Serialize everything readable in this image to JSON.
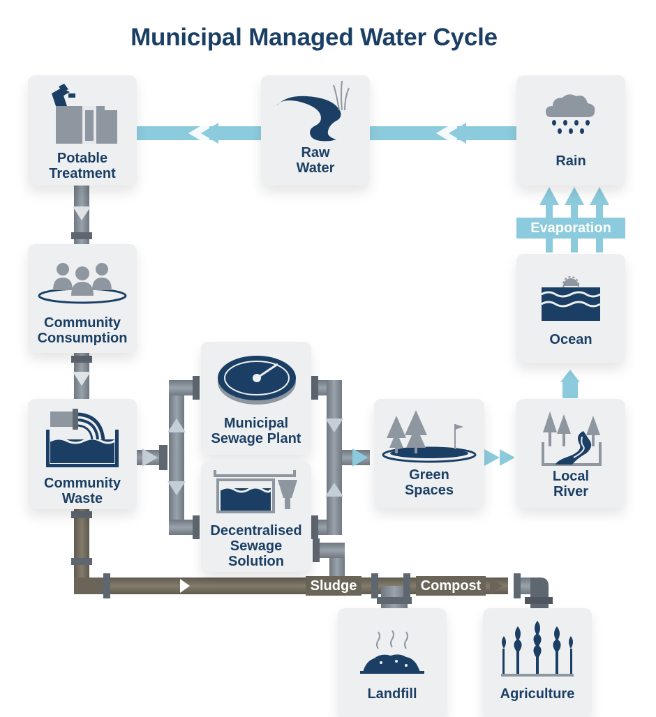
{
  "title": "Municipal Managed Water Cycle",
  "nodes": {
    "potable_treatment": {
      "line1": "Potable",
      "line2": "Treatment"
    },
    "raw_water": {
      "line1": "Raw",
      "line2": "Water"
    },
    "rain": {
      "line1": "Rain"
    },
    "community_consumption": {
      "line1": "Community",
      "line2": "Consumption"
    },
    "ocean": {
      "line1": "Ocean"
    },
    "community_waste": {
      "line1": "Community",
      "line2": "Waste"
    },
    "municipal_sewage_plant": {
      "line1": "Municipal",
      "line2": "Sewage Plant"
    },
    "decentralised_sewage": {
      "line1": "Decentralised",
      "line2": "Sewage",
      "line3": "Solution"
    },
    "green_spaces": {
      "line1": "Green",
      "line2": "Spaces"
    },
    "local_river": {
      "line1": "Local",
      "line2": "River"
    },
    "landfill": {
      "line1": "Landfill"
    },
    "agriculture": {
      "line1": "Agriculture"
    }
  },
  "flow_labels": {
    "evaporation": "Evaporation",
    "sludge": "Sludge",
    "compost": "Compost"
  },
  "colors": {
    "navy": "#1b3f64",
    "water_arrow": "#8ccbdd",
    "grey_pipe": "#8e96a0",
    "sludge_pipe": "#736d5f",
    "card": "#eeeff1"
  }
}
